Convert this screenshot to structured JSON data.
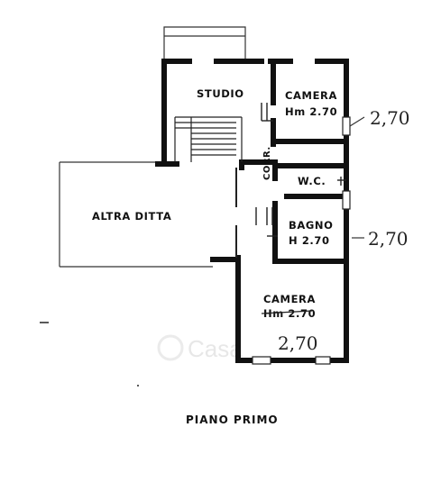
{
  "plan_title": "PIANO PRIMO",
  "rooms": {
    "studio": "STUDIO",
    "camera_top": "CAMERA",
    "camera_top_height": "Hm 2.70",
    "corr": "CORR.",
    "wc": "W.C.",
    "bagno": "BAGNO",
    "bagno_height": "H 2.70",
    "altra_ditta": "ALTRA DITTA",
    "camera_bottom": "CAMERA",
    "camera_bottom_height": "Hm 2.70"
  },
  "handwritten": {
    "note_top": "2,70",
    "note_middle": "2,70",
    "note_bottom": "2,70"
  },
  "watermark": "Casa"
}
